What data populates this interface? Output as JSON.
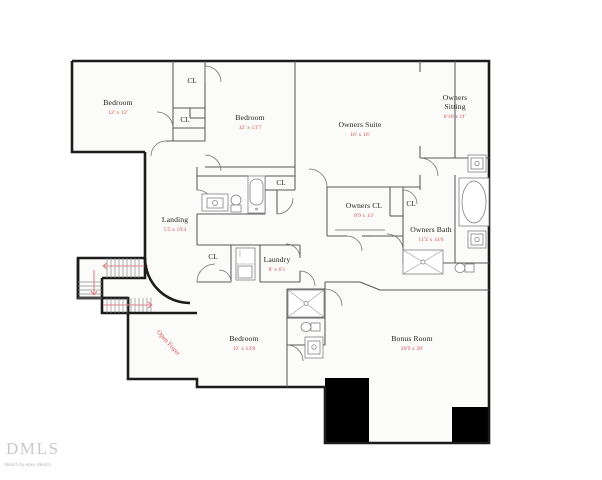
{
  "document": {
    "type": "floor-plan",
    "level": "second-floor",
    "watermark_logo": "DMLS",
    "watermark_credit": "Sketch by Apex Sketch"
  },
  "colors": {
    "dimension_text": "#d24b4b",
    "room_text": "#1a1a1a",
    "exterior_wall": "#1c1c1c",
    "interior_wall": "#58585a",
    "stair_arrow": "#e1858c",
    "room_fill": "#fbfbfa",
    "solid_block": "#000000"
  },
  "rooms": [
    {
      "id": "bedroom-1",
      "name": "Bedroom",
      "dimensions": "12' x 12'"
    },
    {
      "id": "bedroom-2",
      "name": "Bedroom",
      "dimensions": "12' x 13'7"
    },
    {
      "id": "owners-suite",
      "name": "Owners Suite",
      "dimensions": "16' x 16'"
    },
    {
      "id": "owners-sitting",
      "name": "Owners",
      "name_line2": "Sitting",
      "dimensions": "8'10 x 11'"
    },
    {
      "id": "owners-cl",
      "name": "Owners CL",
      "dimensions": "8'9 x 13'"
    },
    {
      "id": "owners-bath",
      "name": "Owners Bath",
      "dimensions": "11'2 x 14'6"
    },
    {
      "id": "landing",
      "name": "Landing",
      "dimensions": "5'5 x 19'4"
    },
    {
      "id": "laundry",
      "name": "Laundry",
      "dimensions": "8' x 6'1"
    },
    {
      "id": "bedroom-3",
      "name": "Bedroom",
      "dimensions": "12' x 13'8"
    },
    {
      "id": "bonus-room",
      "name": "Bonus Room",
      "dimensions": "20'9 x 20'"
    },
    {
      "id": "open-foyer",
      "name": "Open Foyer",
      "dimensions": ""
    }
  ],
  "closets": [
    {
      "id": "cl-top",
      "label": "CL"
    },
    {
      "id": "cl-bed1",
      "label": "CL"
    },
    {
      "id": "cl-hall",
      "label": "CL"
    },
    {
      "id": "cl-owners-small",
      "label": "CL"
    },
    {
      "id": "cl-laundry",
      "label": "CL"
    }
  ]
}
